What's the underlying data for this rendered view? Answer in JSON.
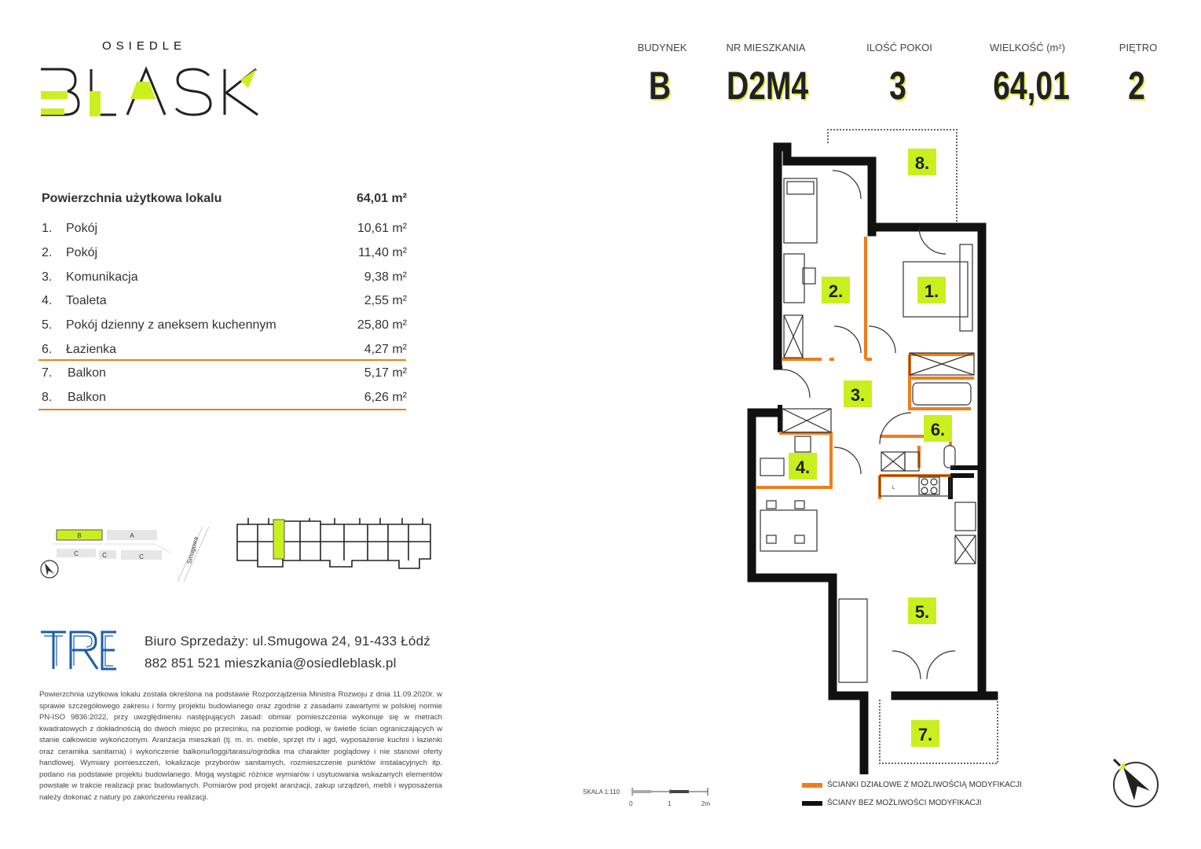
{
  "brand": {
    "top": "OSIEDLE",
    "logo_text": "BLASK",
    "accent": "#c9f01e",
    "orange": "#f07d1a"
  },
  "header": {
    "building": {
      "label": "BUDYNEK",
      "value": "B"
    },
    "apartment": {
      "label": "NR MIESZKANIA",
      "value": "D2M4"
    },
    "rooms": {
      "label": "ILOŚĆ POKOI",
      "value": "3"
    },
    "size": {
      "label": "WIELKOŚĆ (m²)",
      "value": "64,01"
    },
    "floor": {
      "label": "PIĘTRO",
      "value": "2"
    }
  },
  "area": {
    "title": "Powierzchnia użytkowa lokalu",
    "total": "64,01 m²",
    "rooms": [
      {
        "num": "1.",
        "name": "Pokój",
        "value": "10,61 m²"
      },
      {
        "num": "2.",
        "name": "Pokój",
        "value": "11,40 m²"
      },
      {
        "num": "3.",
        "name": "Komunikacja",
        "value": "9,38 m²"
      },
      {
        "num": "4.",
        "name": "Toaleta",
        "value": "2,55 m²"
      },
      {
        "num": "5.",
        "name": "Pokój dzienny z aneksem kuchennym",
        "value": "25,80 m²"
      },
      {
        "num": "6.",
        "name": "Łazienka",
        "value": "4,27 m²"
      },
      {
        "num": "7.",
        "name": "Balkon",
        "value": "5,17 m²"
      },
      {
        "num": "8.",
        "name": "Balkon",
        "value": "6,26 m²"
      }
    ]
  },
  "site_plan": {
    "labels": [
      "B",
      "A",
      "C",
      "C",
      "C"
    ],
    "street": "Smugowa"
  },
  "developer": {
    "logo": "TREI",
    "line1": "Biuro Sprzedaży:  ul.Smugowa 24, 91-433 Łódź",
    "line2": "882 851 521 mieszkania@osiedleblask.pl"
  },
  "disclaimer": "Powierzchnia użytkowa lokalu została określona na podstawie Rozporządzenia Ministra Rozwoju z dnia 11.09.2020r. w sprawie szczegółowego zakresu i formy projektu budowlanego oraz zgodnie z zasadami zawartymi w polskiej normie PN-ISO 9836:2022, przy uwzględnieniu następujących zasad: obmiar pomieszczenia wykonuje się w metrach kwadratowych z dokładnością do dwóch miejsc po przecinku, na poziomie podłogi, w świetle ścian ograniczających w stanie całkowicie wykończonym. Aranżacja mieszkań (tj. m. in. meble, sprzęt rtv i agd, wyposażenie kuchni i łazienki oraz ceramika sanitarna) i wykończenie balkonu/loggi/tarasu/ogródka ma charakter poglądowy i nie stanowi oferty handlowej. Wymiary pomieszczeń, lokalizacje przyborów sanitarnych, rozmieszczenie punktów instalacyjnych itp. podano na podstawie projektu budowlanego. Mogą wystąpić różnice wymiarów i usytuowania wskazanych elementów powstałe w trakcie realizacji prac budowlanych. Pomiarów pod projekt aranżacji, zakup urządzeń, mebli i wyposażenia należy dokonać z natury po zakończeniu realizacji.",
  "plan": {
    "room_labels": [
      "1.",
      "2.",
      "3.",
      "4.",
      "5.",
      "6.",
      "7.",
      "8."
    ],
    "appliance_label": "L"
  },
  "scale": {
    "label": "SKALA 1:110",
    "ticks": [
      "0",
      "1",
      "2m"
    ]
  },
  "legend": [
    {
      "text": "ŚCIANKI DZIAŁOWE Z MOŻLIWOŚCIĄ MODYFIKACJI",
      "color": "#f07d1a"
    },
    {
      "text": "ŚCIANY BEZ MOŻLIWOŚCI MODYFIKACJI",
      "color": "#111111"
    }
  ]
}
